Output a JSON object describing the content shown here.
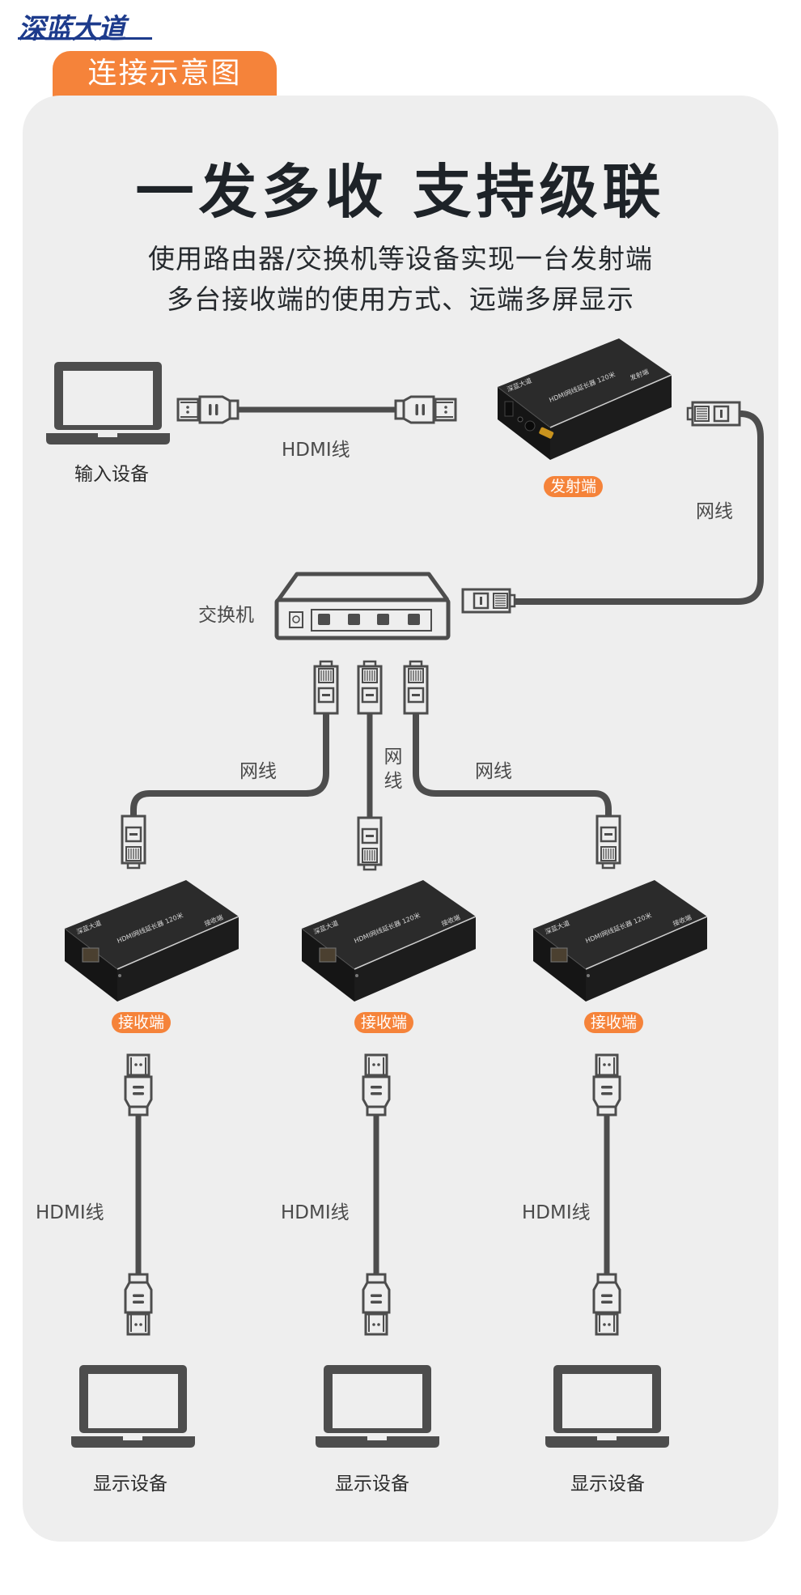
{
  "brand": {
    "logo_text": "深蓝大道"
  },
  "header_tag": "连接示意图",
  "headline": "一发多收 支持级联",
  "subtitle": {
    "line1": "使用路由器/交换机等设备实现一台发射端",
    "line2": "多台接收端的使用方式、远端多屏显示"
  },
  "colors": {
    "accent": "#f5833a",
    "brand": "#1d3b8c",
    "card_bg": "#eeeeee",
    "icon": "#4d4d4d",
    "title": "#1e2328"
  },
  "diagram": {
    "input_device": {
      "label": "输入设备",
      "icon": "laptop-icon"
    },
    "input_cable": {
      "label": "HDMI线",
      "icon": "hdmi-cable-icon"
    },
    "transmitter": {
      "badge": "发射端",
      "model_text": "HDMI网线延长器 120米",
      "brand_text": "深蓝大道",
      "side_text": "发射端",
      "icon": "extender-transmitter-icon"
    },
    "uplink_cable": {
      "label": "网线",
      "icon": "ethernet-cable-icon"
    },
    "switch": {
      "label": "交换机",
      "icon": "network-switch-icon"
    },
    "branch_cables": [
      {
        "label": "网线"
      },
      {
        "label": "网",
        "label2": "线"
      },
      {
        "label": "网线"
      }
    ],
    "receivers": [
      {
        "badge": "接收端",
        "model_text": "HDMI网线延长器 120米",
        "brand_text": "深蓝大道",
        "side_text": "接收端"
      },
      {
        "badge": "接收端",
        "model_text": "HDMI网线延长器 120米",
        "brand_text": "深蓝大道",
        "side_text": "接收端"
      },
      {
        "badge": "接收端",
        "model_text": "HDMI网线延长器 120米",
        "brand_text": "深蓝大道",
        "side_text": "接收端"
      }
    ],
    "output_cables": [
      {
        "label": "HDMI线"
      },
      {
        "label": "HDMI线"
      },
      {
        "label": "HDMI线"
      }
    ],
    "displays": [
      {
        "label": "显示设备"
      },
      {
        "label": "显示设备"
      },
      {
        "label": "显示设备"
      }
    ]
  }
}
